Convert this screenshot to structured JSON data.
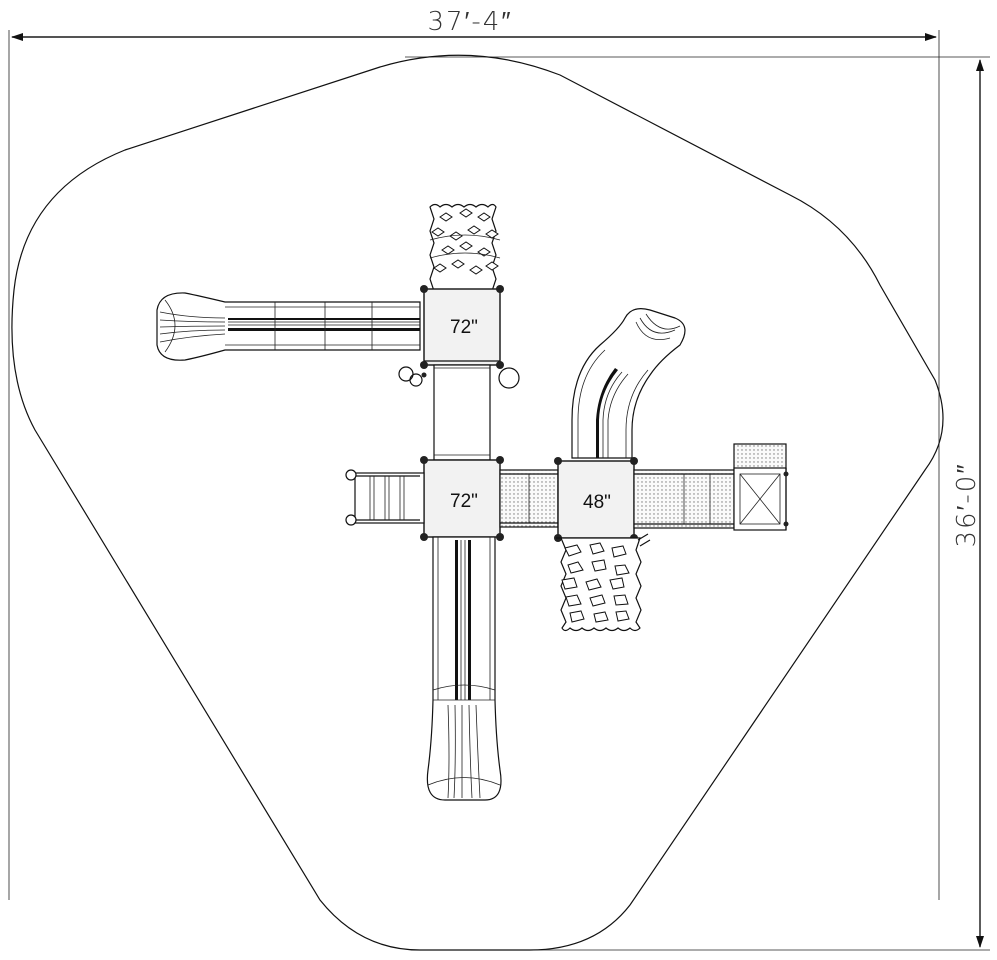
{
  "dimensions": {
    "width_label": "37′-4″",
    "height_label": "36′-0″"
  },
  "decks": [
    {
      "id": "upper-left",
      "label": "72\""
    },
    {
      "id": "lower-left",
      "label": "72\""
    },
    {
      "id": "center",
      "label": "48\""
    }
  ],
  "colors": {
    "line": "#111111",
    "deck_fill": "#f2f2f2",
    "background": "#ffffff"
  }
}
